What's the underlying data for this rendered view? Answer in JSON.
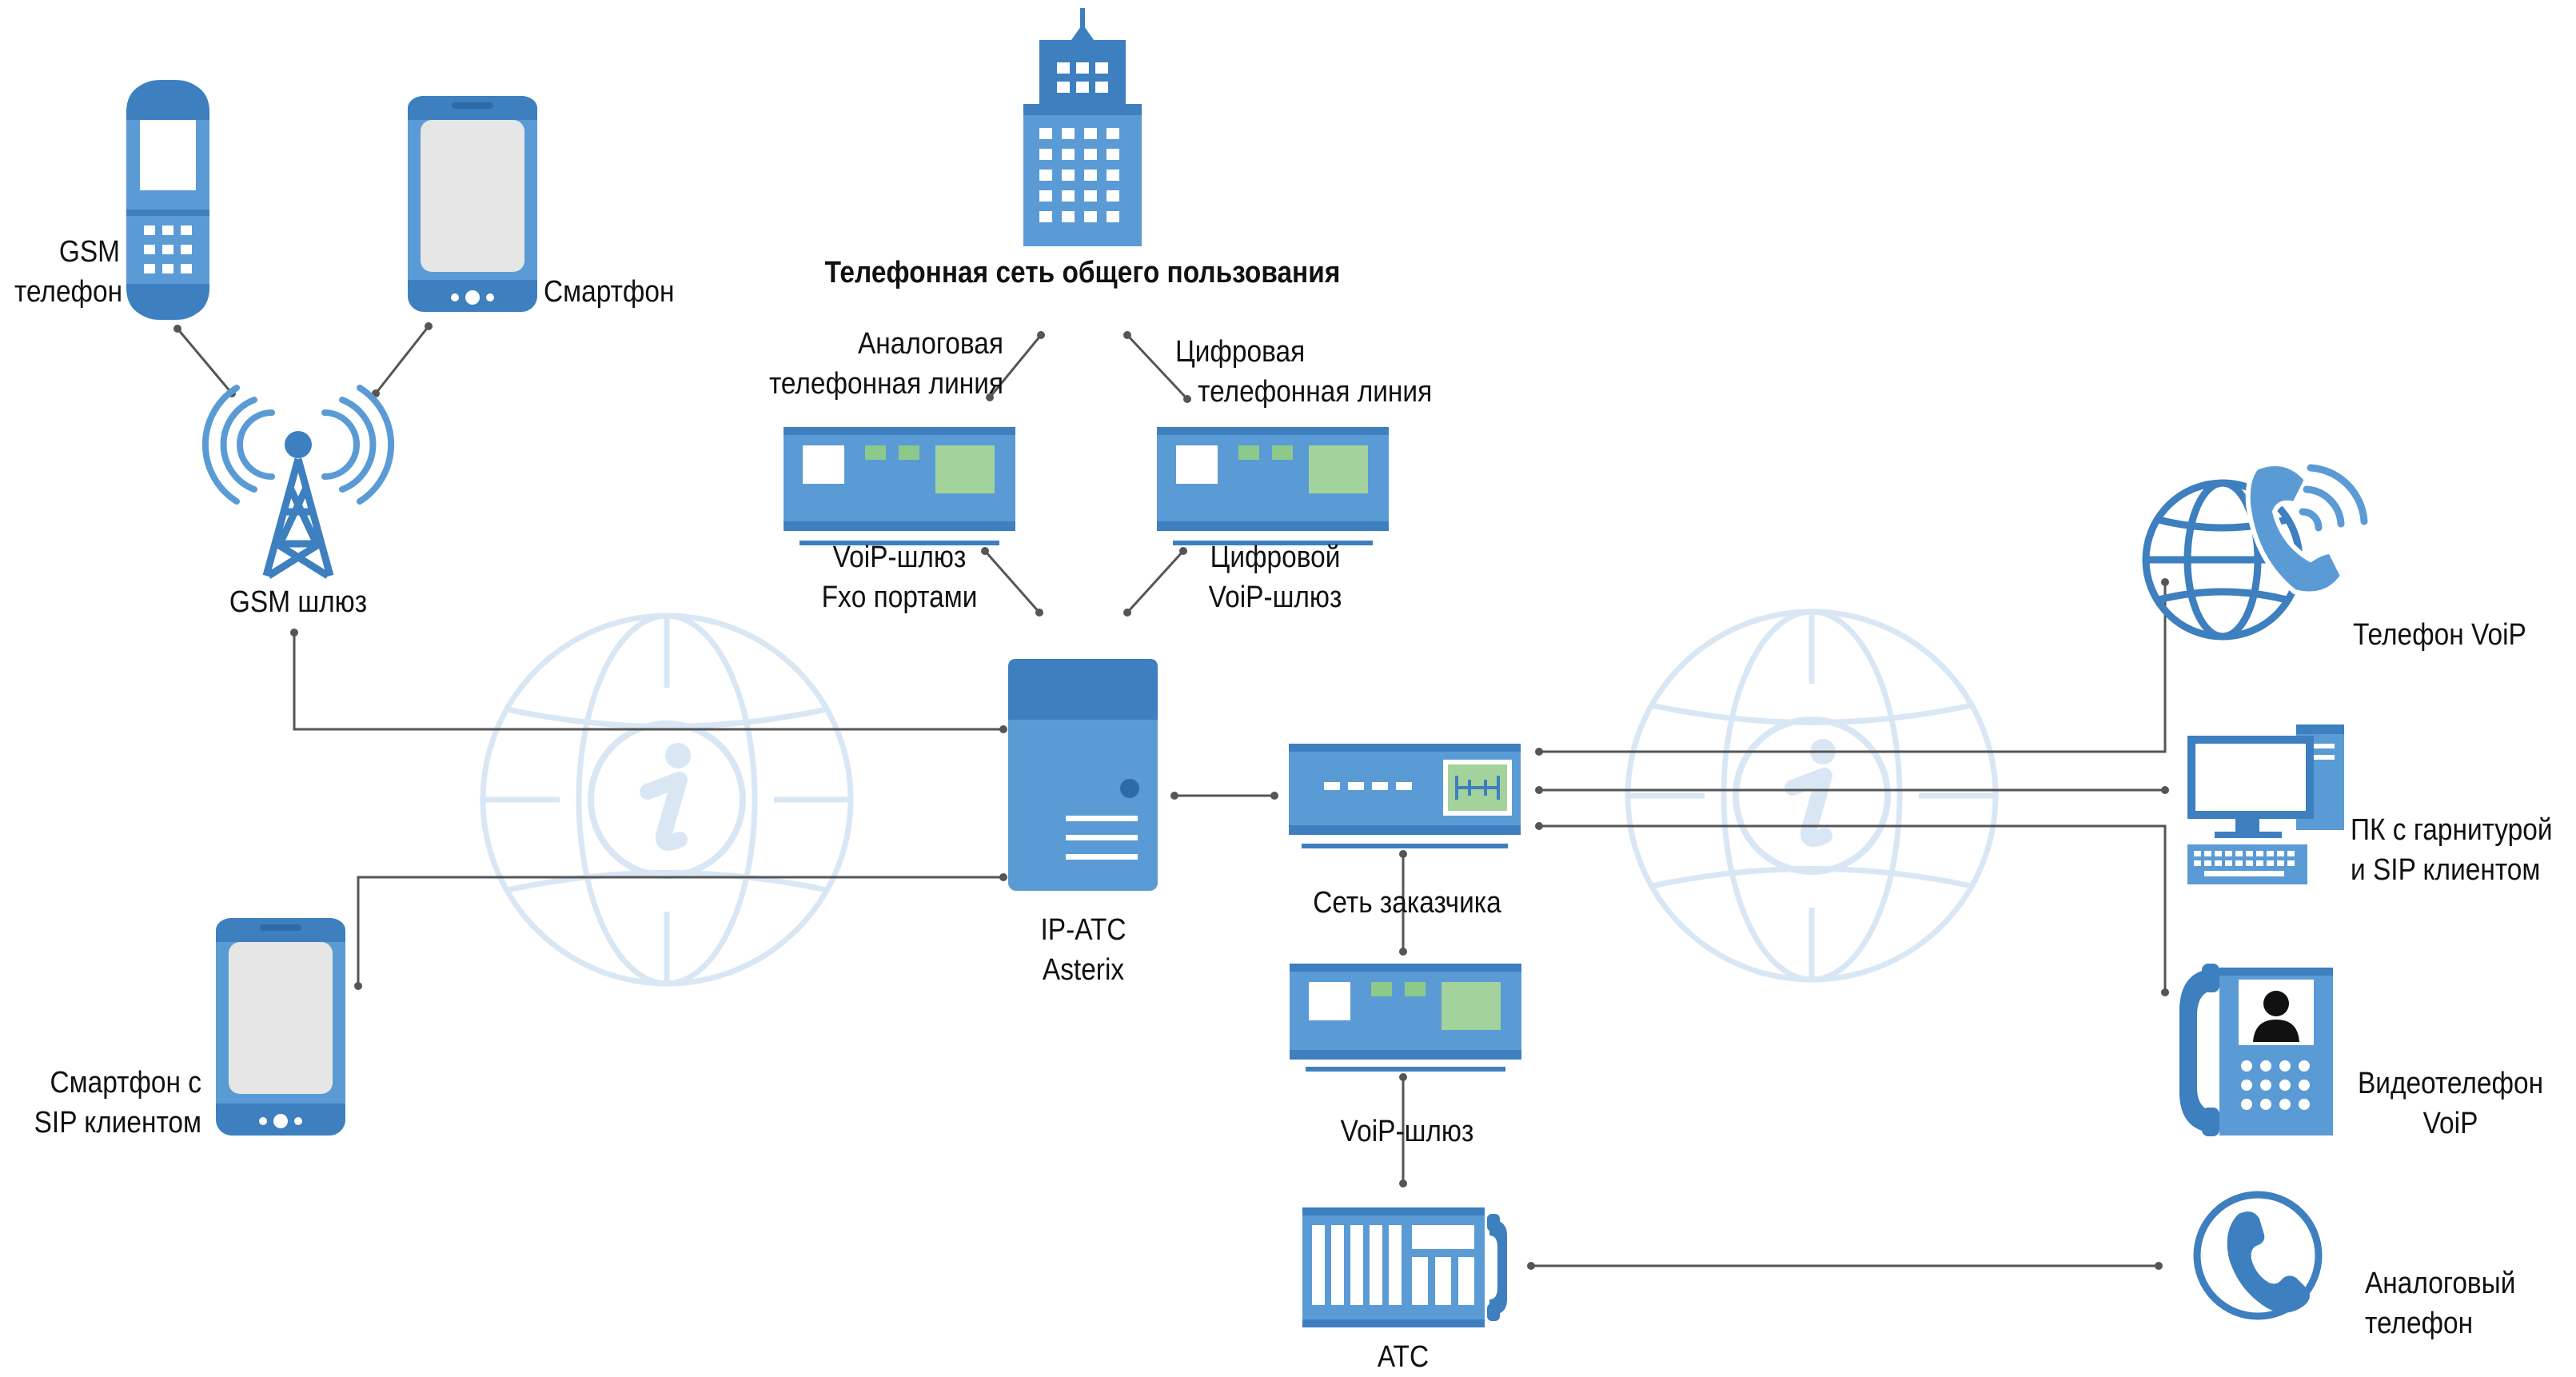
{
  "colors": {
    "device_blue": "#5a9bd5",
    "device_dark": "#3d7fbf",
    "device_light": "#e6e6e6",
    "panel_green": "#a3d29c",
    "led_green": "#8cc98a",
    "globe_pale": "#d9e7f5",
    "line_gray": "#555555"
  },
  "icons": {
    "gsm_phone": "feature-phone-icon",
    "smartphone": "smartphone-icon",
    "gsm_gateway": "radio-tower-icon",
    "pstn": "skyscraper-icon",
    "gateway": "network-appliance-icon",
    "server": "server-tower-icon",
    "switch": "network-switch-icon",
    "pbx": "pbx-cabinet-icon",
    "voip_phone": "globe-phone-icon",
    "pc": "desktop-computer-icon",
    "video_phone": "video-phone-icon",
    "analog_phone": "handset-circle-icon",
    "internet": "internet-globe-icon"
  },
  "labels": {
    "gsm_phone": [
      "GSM",
      "телефон"
    ],
    "smartphone": "Смартфон",
    "gsm_gateway": "GSM шлюз",
    "pstn": "Телефонная сеть общего пользования",
    "analog_line": [
      "Аналоговая",
      "телефонная линия"
    ],
    "digital_line": [
      "Цифровая",
      "телефонная линия"
    ],
    "fxo_gateway": [
      "VoiP-шлюз",
      "Fxo портами"
    ],
    "digital_gateway": [
      "Цифровой",
      "VoiP-шлюз"
    ],
    "ip_pbx": [
      "IP-АТС",
      "Asterix"
    ],
    "customer_network": "Сеть заказчика",
    "voip_gateway": "VoiP-шлюз",
    "pbx": "АТС",
    "sip_smartphone": [
      "Смартфон с",
      "SIP клиентом"
    ],
    "voip_phone": "Телефон VoiP",
    "pc_headset": [
      "ПК с гарнитурой",
      "и SIP клиентом"
    ],
    "video_phone": [
      "Видеотелефон",
      "VoiP"
    ],
    "analog_phone": [
      "Аналоговый",
      "телефон"
    ]
  }
}
